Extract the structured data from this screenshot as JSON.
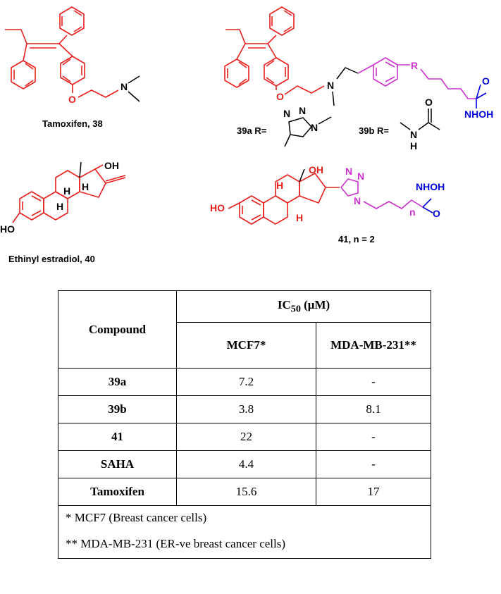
{
  "structures": {
    "compound_38_label": "Tamoxifen, 38",
    "compound_40_label": "Ethinyl estradiol, 40",
    "compound_41_label": "41, n = 2",
    "r_39a_label": "39a R=",
    "r_39b_label": "39b R=",
    "atom_O": "O",
    "atom_N": "N",
    "atom_H": "H",
    "atom_OH": "OH",
    "atom_HO": "HO",
    "atom_R": "R",
    "atom_NHOH": "NHOH",
    "atom_n": "n"
  },
  "table": {
    "compound_header": "Compound",
    "ic50_header": "IC",
    "ic50_sub": "50",
    "ic50_unit": " (μM)",
    "col_mcf7": "MCF7*",
    "col_mda": "MDA-MB-231**",
    "rows": [
      {
        "compound": "39a",
        "mcf7": "7.2",
        "mda": "-"
      },
      {
        "compound": "39b",
        "mcf7": "3.8",
        "mda": "8.1"
      },
      {
        "compound": "41",
        "mcf7": "22",
        "mda": "-"
      },
      {
        "compound": "SAHA",
        "mcf7": "4.4",
        "mda": "-"
      },
      {
        "compound": "Tamoxifen",
        "mcf7": "15.6",
        "mda": "17"
      }
    ],
    "footnote_1": "*  MCF7 (Breast cancer cells)",
    "footnote_2": "** MDA-MB-231 (ER-ve breast cancer cells)"
  },
  "colors": {
    "scaffold": "#e8201e",
    "linker": "#cc33cc",
    "hydroxamate": "#0000dd"
  }
}
